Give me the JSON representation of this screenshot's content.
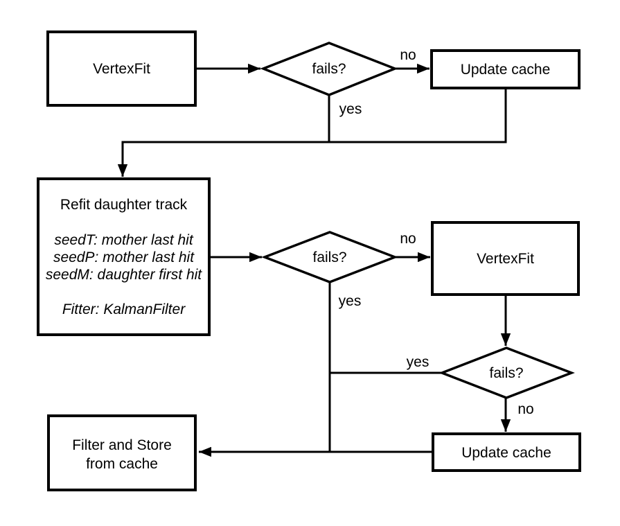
{
  "diagram": {
    "background_color": "#ffffff",
    "line_color": "#000000",
    "nodes": {
      "vertexfit_top": {
        "label": "VertexFit"
      },
      "update_cache_top": {
        "label": "Update cache"
      },
      "refit": {
        "title": "Refit daughter track",
        "lines": [
          "seedT: mother last hit",
          "seedP: mother last hit",
          "seedM: daughter first hit"
        ],
        "fitter": "Fitter: KalmanFilter"
      },
      "vertexfit_right": {
        "label": "VertexFit"
      },
      "update_cache_bottom": {
        "label": "Update cache"
      },
      "filter_store": {
        "line1": "Filter and Store",
        "line2": "from cache"
      },
      "decision_top": {
        "label": "fails?"
      },
      "decision_middle": {
        "label": "fails?"
      },
      "decision_right": {
        "label": "fails?"
      }
    },
    "edge_labels": {
      "d1_no": "no",
      "d1_yes": "yes",
      "d2_no": "no",
      "d2_yes": "yes",
      "d3_yes": "yes",
      "d3_no": "no"
    }
  }
}
